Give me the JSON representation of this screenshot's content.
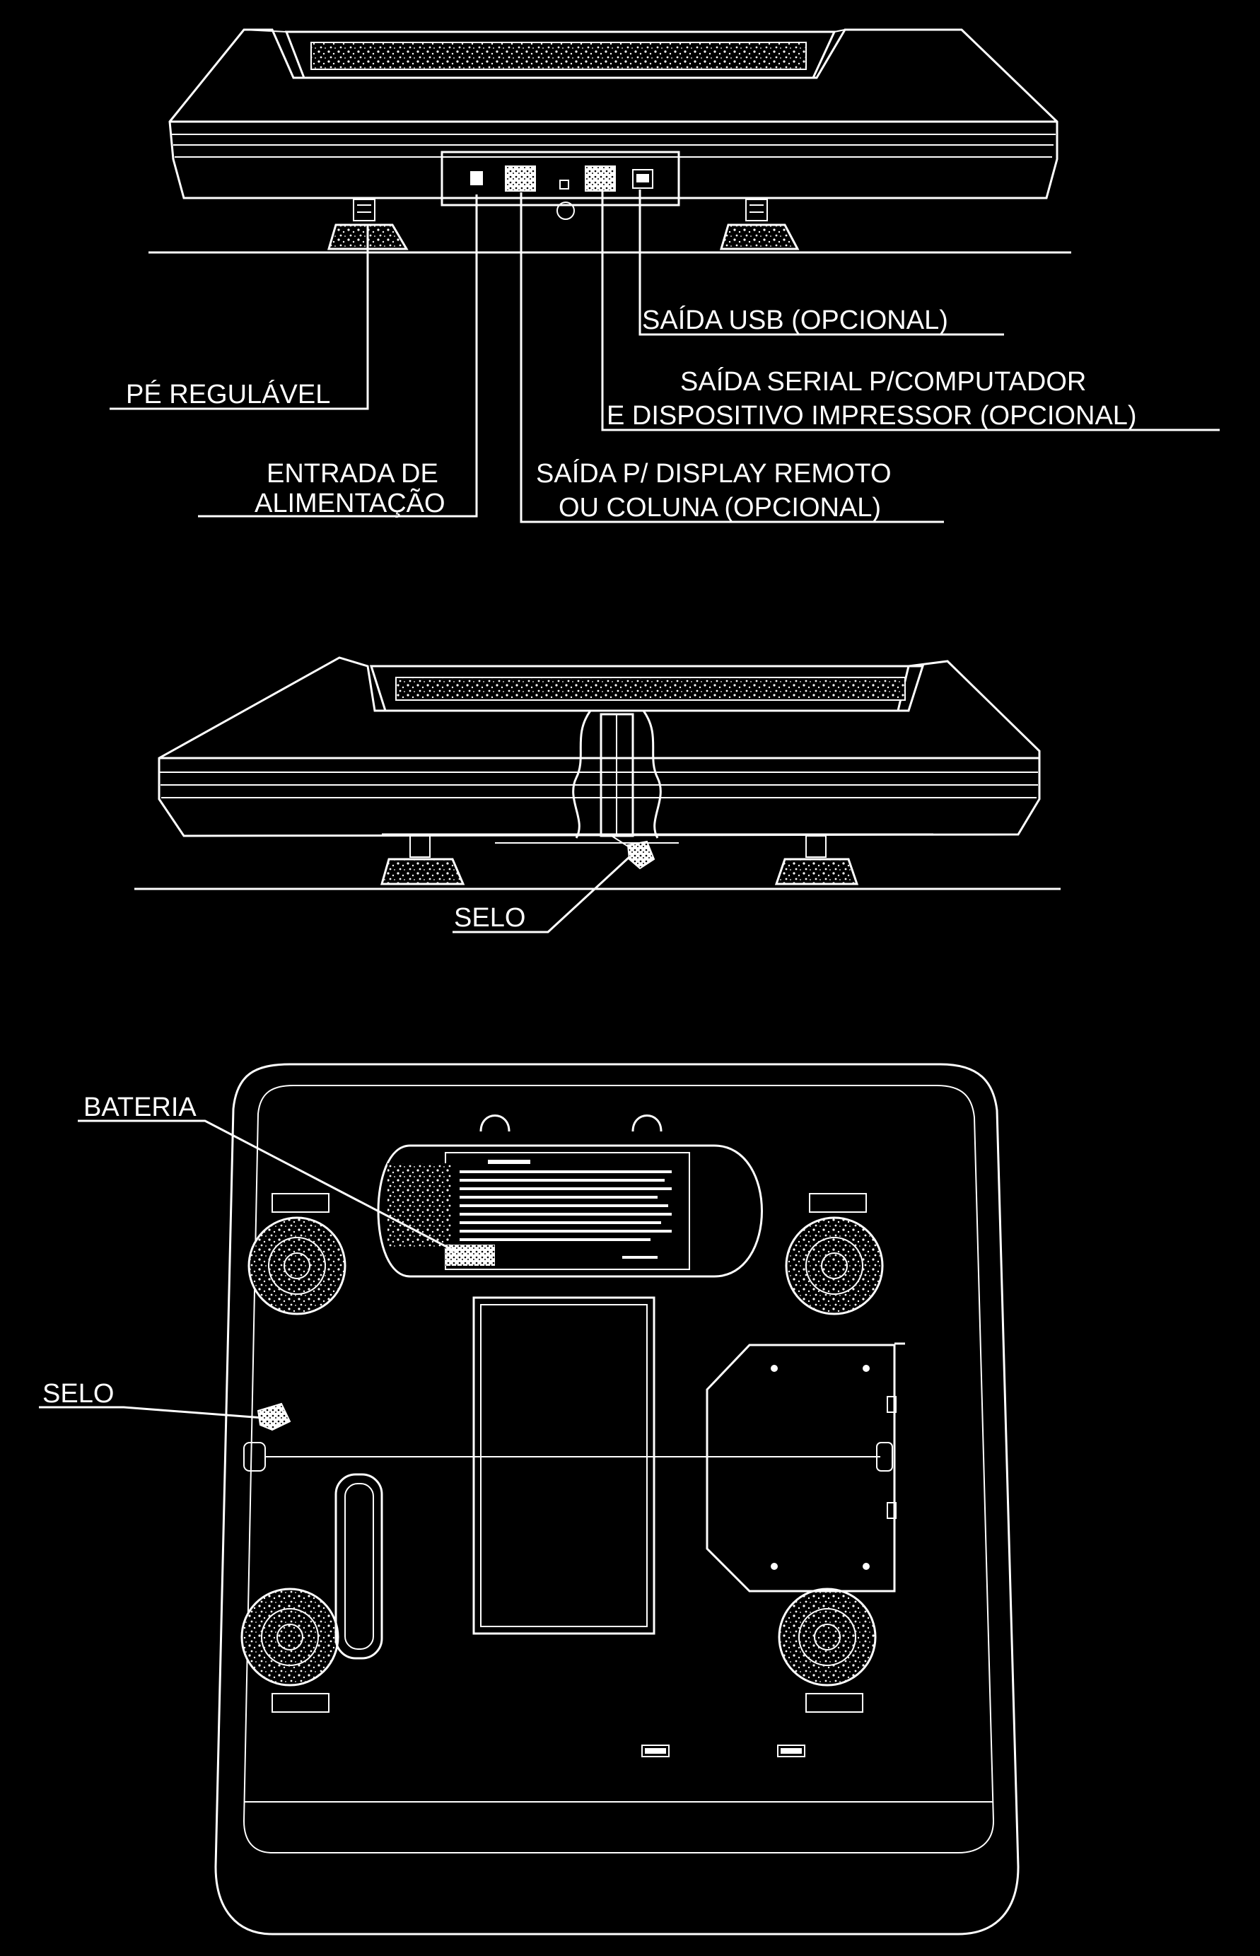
{
  "labels": {
    "usb": "SAÍDA USB (OPCIONAL)",
    "serial_1": "SAÍDA SERIAL P/COMPUTADOR",
    "serial_2": "E DISPOSITIVO IMPRESSOR (OPCIONAL)",
    "foot": "PÉ REGULÁVEL",
    "power_1": "ENTRADA DE",
    "power_2": "ALIMENTAÇÃO",
    "display_1": "SAÍDA P/ DISPLAY REMOTO",
    "display_2": "OU COLUNA (OPCIONAL)",
    "seal_side": "SELO",
    "battery": "BATERIA",
    "seal_bottom": "SELO"
  },
  "colors": {
    "background": "#000000",
    "line": "#ffffff"
  }
}
